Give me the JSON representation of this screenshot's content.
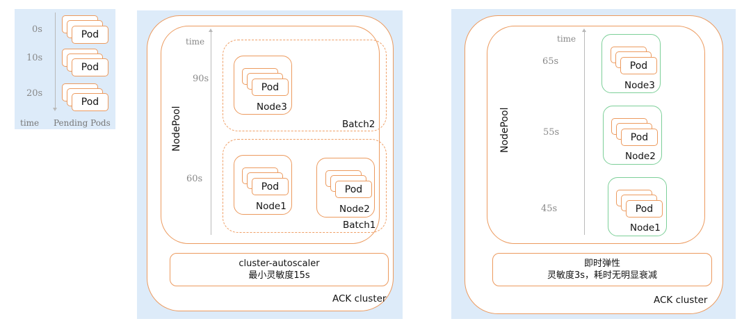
{
  "colors": {
    "panel_background": "#ddebf9",
    "orange_border": "#ec9a5e",
    "green_border": "#7ccf98",
    "axis_line": "#b9b9b9"
  },
  "legend_panel": {
    "times": [
      "0s",
      "10s",
      "20s"
    ],
    "pod_label": "Pod",
    "axis_label": "time",
    "column_label": "Pending Pods"
  },
  "left_cluster": {
    "cluster_label": "ACK cluster",
    "nodepool_label": "NodePool",
    "axis_label": "time",
    "times": [
      "90s",
      "60s"
    ],
    "batches": [
      {
        "label": "Batch2",
        "nodes": [
          {
            "label": "Node3",
            "pod": "Pod"
          }
        ]
      },
      {
        "label": "Batch1",
        "nodes": [
          {
            "label": "Node1",
            "pod": "Pod"
          },
          {
            "label": "Node2",
            "pod": "Pod"
          }
        ]
      }
    ],
    "component": {
      "line1": "cluster-autoscaler",
      "line2": "最小灵敏度15s"
    }
  },
  "right_cluster": {
    "cluster_label": "ACK cluster",
    "nodepool_label": "NodePool",
    "axis_label": "time",
    "times": [
      "65s",
      "55s",
      "45s"
    ],
    "nodes": [
      {
        "label": "Node3",
        "pod": "Pod"
      },
      {
        "label": "Node2",
        "pod": "Pod"
      },
      {
        "label": "Node1",
        "pod": "Pod"
      }
    ],
    "component": {
      "line1": "即时弹性",
      "line2": "灵敏度3s，耗时无明显衰减"
    }
  }
}
